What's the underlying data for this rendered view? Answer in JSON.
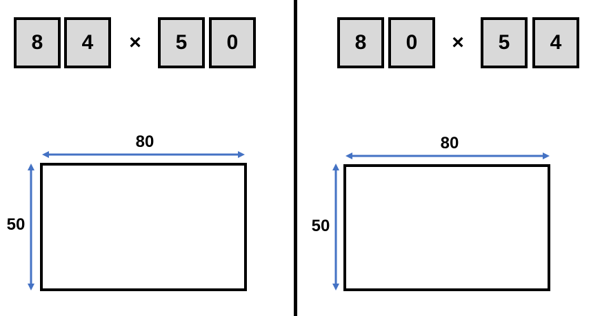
{
  "colors": {
    "arrow": "#4472c4",
    "tile_fill": "#d9d9d9",
    "stroke": "#000000"
  },
  "left": {
    "digits": [
      "8",
      "4",
      "5",
      "0"
    ],
    "operator": "×",
    "width_label": "80",
    "height_label": "50"
  },
  "right": {
    "digits": [
      "8",
      "0",
      "5",
      "4"
    ],
    "operator": "×",
    "width_label": "80",
    "height_label": "50"
  }
}
